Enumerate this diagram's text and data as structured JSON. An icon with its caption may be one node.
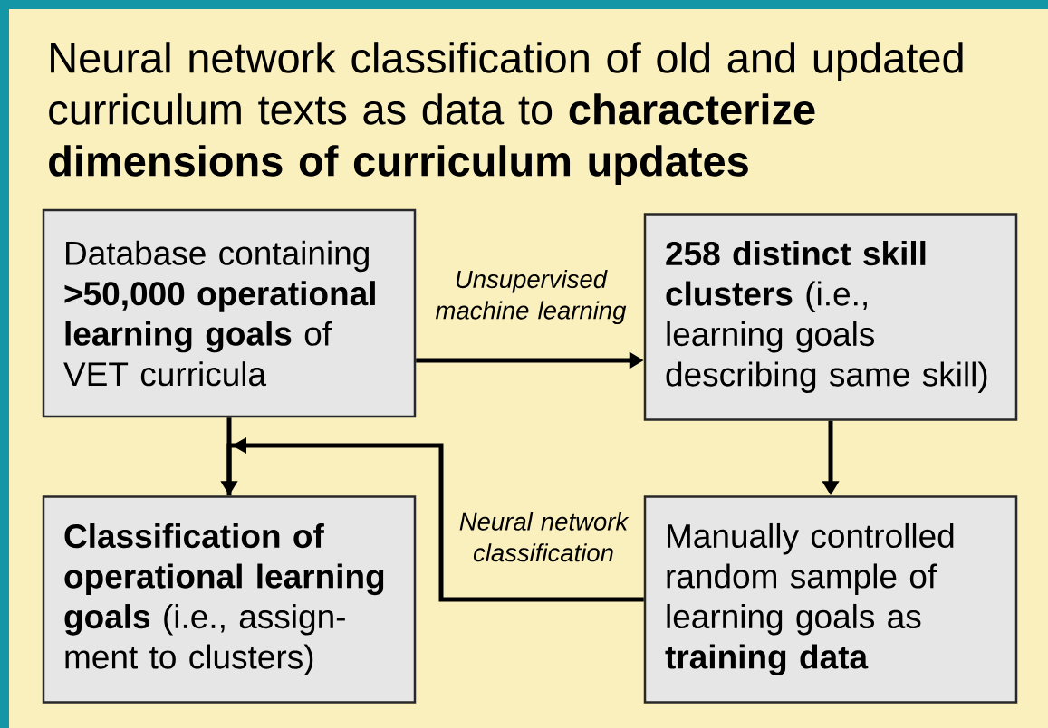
{
  "diagram": {
    "title": "Neural network classification of old and updated curriculum texts as data to **characterize dimensions of curriculum updates**",
    "nodes": [
      {
        "text": [
          "Database containing **>50,000 operational learning goals** of VET curricula"
        ]
      },
      {
        "text": [
          "**258 distinct skill clusters** (i.e., learning goals describing same skill)"
        ]
      },
      {
        "text": [
          "**Classification of operational learning goals** (i.e., assign-ment to clusters)"
        ]
      },
      {
        "text": [
          "Manually controlled random sample of learning goals as **training data**"
        ]
      }
    ],
    "edges": [
      {
        "from": 0,
        "to": 1,
        "arrow": "to",
        "label": "Unsupervised machine learning"
      },
      {
        "from": 1,
        "to": 3,
        "arrow": "to"
      },
      {
        "from": 0,
        "to": 2,
        "arrow": "to"
      },
      {
        "from": 3,
        "to": 2,
        "arrow": "to",
        "label": "Neural network classification"
      }
    ]
  }
}
